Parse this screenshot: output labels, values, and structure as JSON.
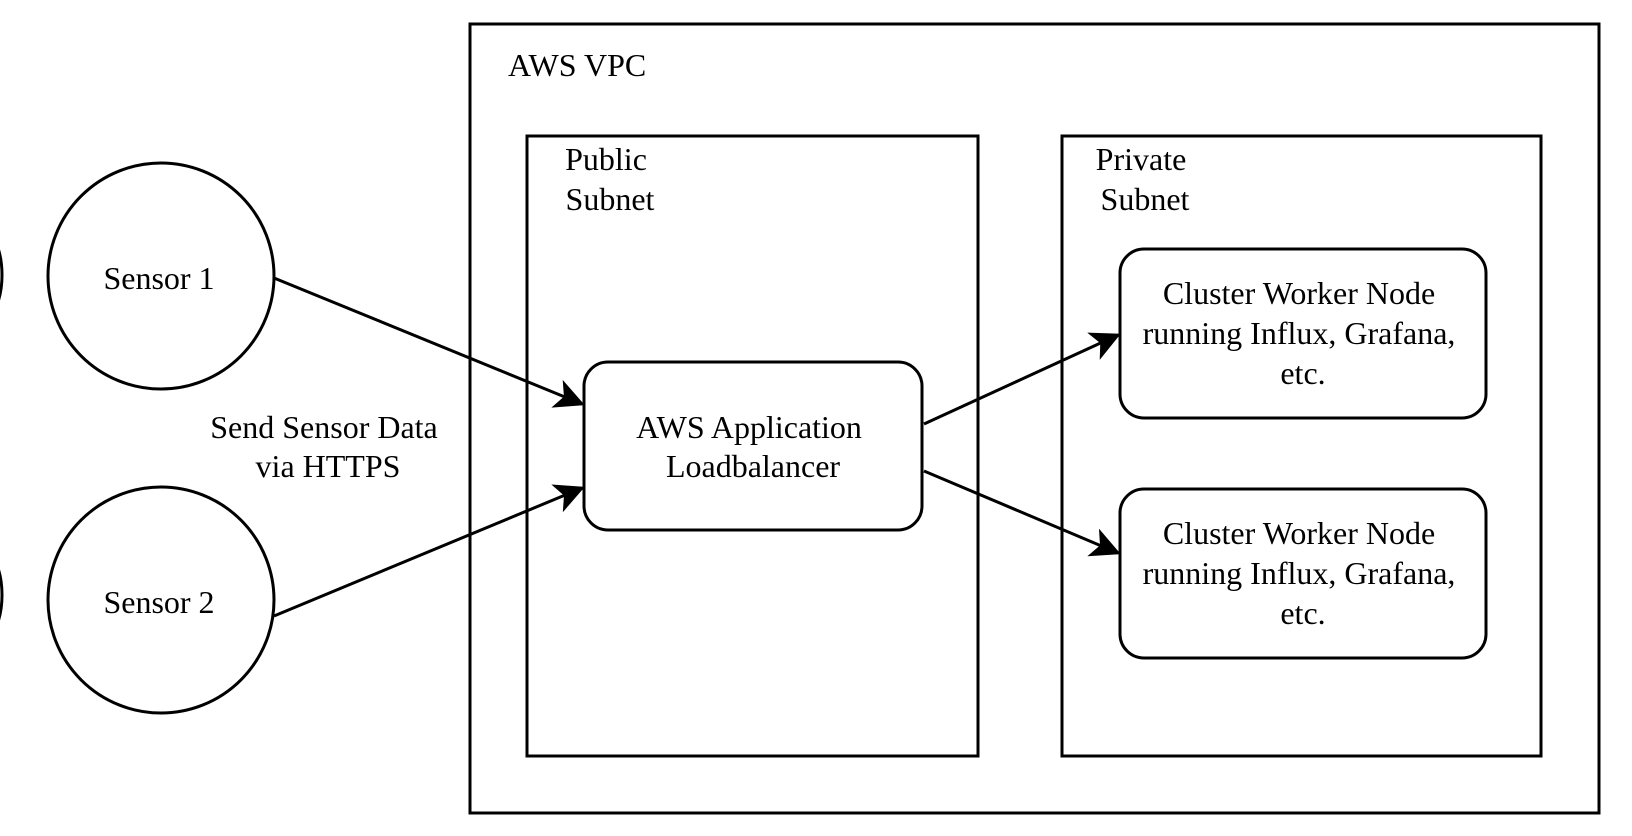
{
  "vpc": {
    "label": "AWS VPC"
  },
  "public_subnet": {
    "label_lines": [
      "Public",
      "Subnet"
    ]
  },
  "private_subnet": {
    "label_lines": [
      "Private",
      "Subnet"
    ]
  },
  "sensors": [
    {
      "label": "Sensor 1"
    },
    {
      "label": "Sensor 2"
    }
  ],
  "edge_label": {
    "lines": [
      "Send Sensor Data",
      "via HTTPS"
    ]
  },
  "load_balancer": {
    "label_lines": [
      "AWS Application",
      "Loadbalancer"
    ]
  },
  "worker_nodes": [
    {
      "label_lines": [
        "Cluster Worker Node",
        "running Influx, Grafana,",
        "etc."
      ]
    },
    {
      "label_lines": [
        "Cluster Worker Node",
        "running Influx, Grafana,",
        "etc."
      ]
    }
  ],
  "colors": {
    "stroke": "#000000",
    "background": "#ffffff"
  }
}
